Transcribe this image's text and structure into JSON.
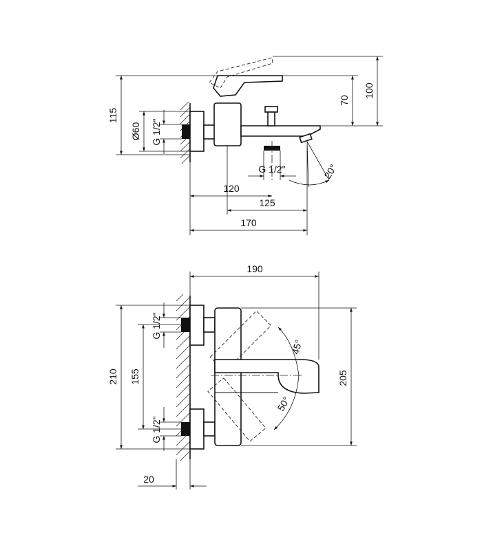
{
  "top_view": {
    "dimensions": {
      "d100": "100",
      "d70": "70",
      "d115": "115",
      "d60": "Ø60",
      "g_inlet": "G 1/2\"",
      "g_outlet": "G 1/2\"",
      "angle_spout": "20°",
      "d120": "120",
      "d125": "125",
      "d170": "170"
    }
  },
  "front_view": {
    "dimensions": {
      "d190": "190",
      "d205": "205",
      "d210": "210",
      "d155": "155",
      "g_upper": "G 1/2\"",
      "g_lower": "G 1/2\"",
      "angle_up": "45°",
      "angle_down": "50°",
      "d20": "20"
    }
  }
}
